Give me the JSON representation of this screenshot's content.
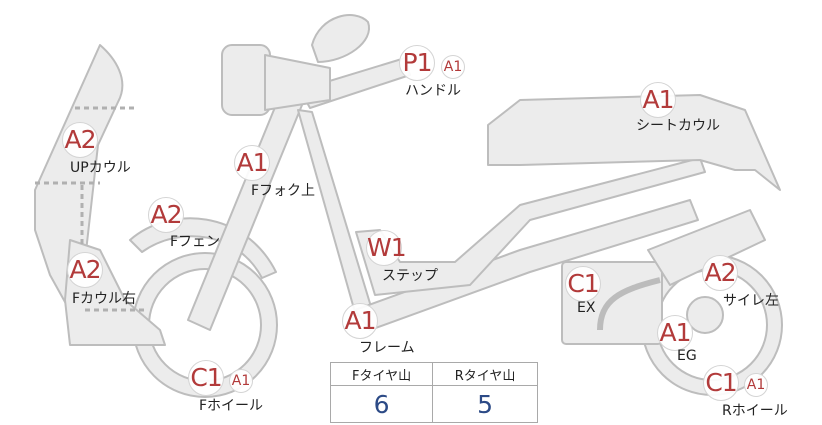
{
  "parts": [
    {
      "key": "handle",
      "grade": "P1",
      "sub": "A1",
      "label": "ハンドル"
    },
    {
      "key": "seat_cowl",
      "grade": "A1",
      "sub": "",
      "label": "シートカウル"
    },
    {
      "key": "up_cowl",
      "grade": "A2",
      "sub": "",
      "label": "UPカウル"
    },
    {
      "key": "f_fork_upper",
      "grade": "A1",
      "sub": "",
      "label": "Fフォク上"
    },
    {
      "key": "f_fender",
      "grade": "A2",
      "sub": "",
      "label": "Fフェン"
    },
    {
      "key": "step",
      "grade": "W1",
      "sub": "",
      "label": "ステップ"
    },
    {
      "key": "f_cowl_right",
      "grade": "A2",
      "sub": "",
      "label": "Fカウル右"
    },
    {
      "key": "frame",
      "grade": "A1",
      "sub": "",
      "label": "フレーム"
    },
    {
      "key": "exhaust",
      "grade": "C1",
      "sub": "",
      "label": "EX"
    },
    {
      "key": "silencer_left",
      "grade": "A2",
      "sub": "",
      "label": "サイレ左"
    },
    {
      "key": "engine",
      "grade": "A1",
      "sub": "",
      "label": "EG"
    },
    {
      "key": "f_wheel",
      "grade": "C1",
      "sub": "A1",
      "label": "Fホイール"
    },
    {
      "key": "r_wheel",
      "grade": "C1",
      "sub": "A1",
      "label": "Rホイール"
    }
  ],
  "tire_table": {
    "front_header": "Fタイヤ山",
    "rear_header": "Rタイヤ山",
    "front_value": "6",
    "rear_value": "5"
  },
  "colors": {
    "part_fill": "#ececec",
    "part_stroke": "#bdbdbd",
    "grade_text": "#b23a3a",
    "value_text": "#2c4a86"
  }
}
